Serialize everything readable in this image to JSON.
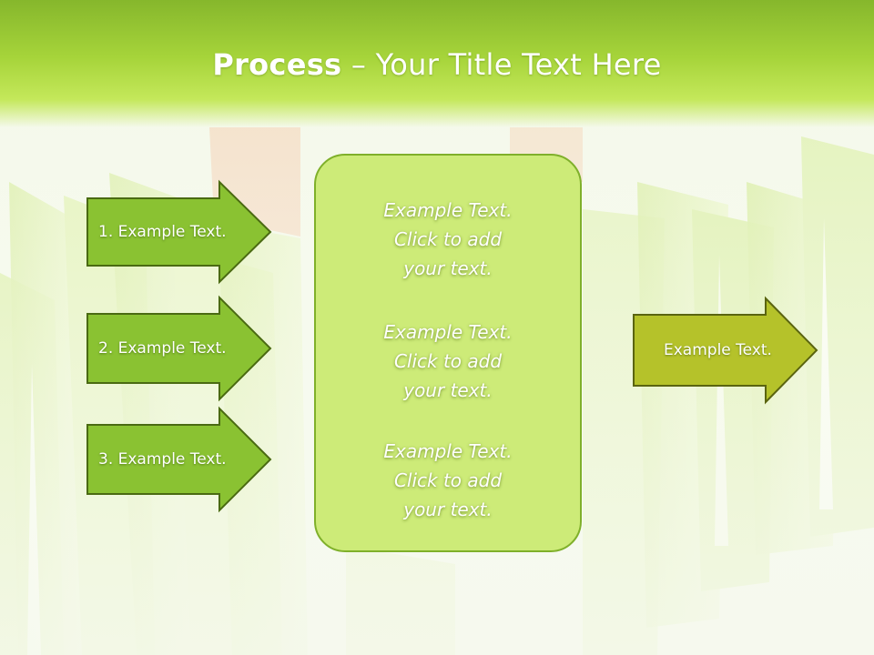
{
  "title": {
    "bold": "Process",
    "rest": " – Your Title Text Here"
  },
  "steps": [
    {
      "label": "1. Example Text."
    },
    {
      "label": "2. Example Text."
    },
    {
      "label": "3. Example Text."
    }
  ],
  "center_blocks": [
    {
      "lines": [
        "Example Text.",
        "Click  to add",
        "your text."
      ]
    },
    {
      "lines": [
        "Example Text.",
        "Click  to add",
        "your text."
      ]
    },
    {
      "lines": [
        "Example Text.",
        "Click  to add",
        "your text."
      ]
    }
  ],
  "output": {
    "label": "Example Text."
  },
  "colors": {
    "step_fill": "#8ac232",
    "step_stroke": "#4a6a12",
    "box_fill": "#cdeb78",
    "output_fill": "#b5c22a"
  }
}
